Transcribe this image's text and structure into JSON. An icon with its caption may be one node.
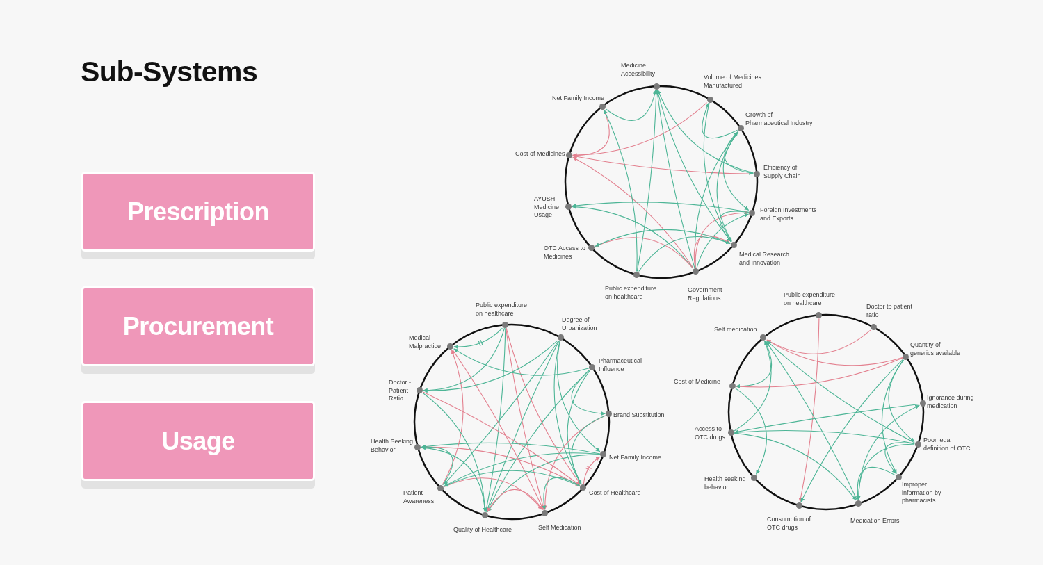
{
  "diagram": {
    "title": "Sub-Systems",
    "nodes": [
      {
        "text": [
          "Prescription"
        ]
      },
      {
        "text": [
          "Procurement"
        ]
      },
      {
        "text": [
          "Usage"
        ]
      },
      {
        "text": [],
        "shape": "circle",
        "beside": [
          "Medicine Accessibility"
        ]
      },
      {
        "text": [],
        "shape": "circle",
        "beside": [
          "Volume of Medicines Manufactured"
        ]
      },
      {
        "text": [],
        "shape": "circle",
        "beside": [
          "Net Family Income"
        ]
      },
      {
        "text": [],
        "shape": "circle",
        "beside": [
          "Growth of Pharmaceutical Industry"
        ]
      },
      {
        "text": [],
        "shape": "circle",
        "beside": [
          "Cost of Medicines"
        ]
      },
      {
        "text": [],
        "shape": "circle",
        "beside": [
          "Efficiency of Supply Chain"
        ]
      },
      {
        "text": [],
        "shape": "circle",
        "beside": [
          "AYUSH Medicine Usage"
        ]
      },
      {
        "text": [],
        "shape": "circle",
        "beside": [
          "Foreign Investments and Exports"
        ]
      },
      {
        "text": [],
        "shape": "circle",
        "beside": [
          "OTC Access to Medicines"
        ]
      },
      {
        "text": [],
        "shape": "circle",
        "beside": [
          "Medical Research and Innovation"
        ]
      },
      {
        "text": [],
        "shape": "circle",
        "beside": [
          "Public expenditure on healthcare"
        ]
      },
      {
        "text": [],
        "shape": "circle",
        "beside": [
          "Government Regulations"
        ]
      },
      {
        "text": [],
        "shape": "circle",
        "beside": [
          "Public expenditure on healthcare"
        ]
      },
      {
        "text": [],
        "shape": "circle",
        "beside": [
          "Degree of Urbanization"
        ]
      },
      {
        "text": [],
        "shape": "circle",
        "beside": [
          "Medical Malpractice"
        ]
      },
      {
        "text": [],
        "shape": "circle",
        "beside": [
          "Pharmaceutical Influence"
        ]
      },
      {
        "text": [],
        "shape": "circle",
        "beside": [
          "Doctor - Patient Ratio"
        ]
      },
      {
        "text": [],
        "shape": "circle",
        "beside": [
          "Brand Substitution"
        ]
      },
      {
        "text": [],
        "shape": "circle",
        "beside": [
          "Health Seeking Behavior"
        ]
      },
      {
        "text": [],
        "shape": "circle",
        "beside": [
          "Net Family Income"
        ]
      },
      {
        "text": [],
        "shape": "circle",
        "beside": [
          "Patient Awareness"
        ]
      },
      {
        "text": [],
        "shape": "circle",
        "beside": [
          "Cost of Healthcare"
        ]
      },
      {
        "text": [],
        "shape": "circle",
        "beside": [
          "Self Medication"
        ]
      },
      {
        "text": [],
        "shape": "circle",
        "beside": [
          "Quality of Healthcare"
        ]
      },
      {
        "text": [],
        "shape": "circle",
        "beside": [
          "Public expenditure on healthcare"
        ]
      },
      {
        "text": [],
        "shape": "circle",
        "beside": [
          "Doctor to patient ratio"
        ]
      },
      {
        "text": [],
        "shape": "circle",
        "beside": [
          "Self medication"
        ]
      },
      {
        "text": [],
        "shape": "circle",
        "beside": [
          "Quantity of generics available"
        ]
      },
      {
        "text": [],
        "shape": "circle",
        "beside": [
          "Cost of Medicine"
        ]
      },
      {
        "text": [],
        "shape": "circle",
        "beside": [
          "Ignorance during medication"
        ]
      },
      {
        "text": [],
        "shape": "circle",
        "beside": [
          "Access to OTC drugs"
        ]
      },
      {
        "text": [],
        "shape": "circle",
        "beside": [
          "Poor legal definition of OTC"
        ]
      },
      {
        "text": [],
        "shape": "circle",
        "beside": [
          "Health seeking behavior"
        ]
      },
      {
        "text": [],
        "shape": "circle",
        "beside": [
          "Improper information by pharmacists"
        ]
      },
      {
        "text": [],
        "shape": "circle",
        "beside": [
          "Consumption of OTC drugs"
        ]
      },
      {
        "text": [],
        "shape": "circle",
        "beside": [
          "Medication Errors"
        ]
      }
    ],
    "edges": [
      {
        "from": 5,
        "to": 3,
        "arrow": "to"
      },
      {
        "from": 13,
        "to": 3,
        "arrow": "to"
      },
      {
        "from": 14,
        "to": 3,
        "arrow": "to"
      },
      {
        "from": 8,
        "to": 3,
        "arrow": "to"
      },
      {
        "from": 7,
        "to": 5,
        "arrow": "to",
        "color": "#e3808f"
      },
      {
        "from": 4,
        "to": 7,
        "arrow": "to",
        "color": "#e3808f"
      },
      {
        "from": 8,
        "to": 7,
        "arrow": "to",
        "color": "#e3808f"
      },
      {
        "from": 14,
        "to": 7,
        "arrow": "to",
        "color": "#e3808f"
      },
      {
        "from": 13,
        "to": 5,
        "arrow": "to"
      },
      {
        "from": 6,
        "to": 4,
        "arrow": "to"
      },
      {
        "from": 6,
        "to": 8,
        "arrow": "to"
      },
      {
        "from": 6,
        "to": 10,
        "arrow": "to"
      },
      {
        "from": 6,
        "to": 12,
        "arrow": "to"
      },
      {
        "from": 14,
        "to": 6,
        "arrow": "to"
      },
      {
        "from": 4,
        "to": 12,
        "arrow": "to"
      },
      {
        "from": 3,
        "to": 12,
        "arrow": "to"
      },
      {
        "from": 10,
        "to": 9,
        "arrow": "to"
      },
      {
        "from": 14,
        "to": 9,
        "arrow": "to"
      },
      {
        "from": 14,
        "to": 11,
        "arrow": "to",
        "color": "#e3808f"
      },
      {
        "from": 12,
        "to": 11,
        "arrow": "to"
      },
      {
        "from": 14,
        "to": 10,
        "arrow": "to",
        "color": "#e3808f"
      },
      {
        "from": 14,
        "to": 10,
        "arrow": "to"
      },
      {
        "from": 14,
        "to": 12,
        "arrow": "to",
        "color": "#e3808f"
      },
      {
        "from": 13,
        "to": 12,
        "arrow": "to"
      },
      {
        "from": 10,
        "to": 12,
        "arrow": "to"
      },
      {
        "from": 15,
        "to": 17,
        "arrow": "to"
      },
      {
        "from": 15,
        "to": 26,
        "arrow": "to"
      },
      {
        "from": 15,
        "to": 25,
        "arrow": "to",
        "color": "#e3808f"
      },
      {
        "from": 15,
        "to": 24,
        "arrow": "to",
        "color": "#e3808f"
      },
      {
        "from": 16,
        "to": 19,
        "arrow": "to"
      },
      {
        "from": 16,
        "to": 23,
        "arrow": "to"
      },
      {
        "from": 16,
        "to": 26,
        "arrow": "to"
      },
      {
        "from": 16,
        "to": 22,
        "arrow": "to"
      },
      {
        "from": 16,
        "to": 24,
        "arrow": "to"
      },
      {
        "from": 18,
        "to": 17,
        "arrow": "to"
      },
      {
        "from": 18,
        "to": 20,
        "arrow": "to"
      },
      {
        "from": 18,
        "to": 24,
        "arrow": "to"
      },
      {
        "from": 18,
        "to": 26,
        "arrow": "to"
      },
      {
        "from": 20,
        "to": 25,
        "arrow": "to",
        "color": "#e3808f"
      },
      {
        "from": 20,
        "to": 24,
        "arrow": "to"
      },
      {
        "from": 22,
        "to": 21,
        "arrow": "to"
      },
      {
        "from": 22,
        "to": 23,
        "arrow": "to"
      },
      {
        "from": 22,
        "to": 26,
        "arrow": "to"
      },
      {
        "from": 24,
        "to": 22,
        "arrow": "to",
        "color": "#e3808f"
      },
      {
        "from": 23,
        "to": 17,
        "arrow": "to",
        "color": "#e3808f"
      },
      {
        "from": 17,
        "to": 25,
        "arrow": "to",
        "color": "#e3808f"
      },
      {
        "from": 19,
        "to": 24,
        "arrow": "to",
        "color": "#e3808f"
      },
      {
        "from": 19,
        "to": 26,
        "arrow": "to"
      },
      {
        "from": 21,
        "to": 24,
        "arrow": "to",
        "color": "#e3808f"
      },
      {
        "from": 23,
        "to": 21,
        "arrow": "to"
      },
      {
        "from": 23,
        "to": 25,
        "arrow": "to",
        "color": "#e3808f"
      },
      {
        "from": 26,
        "to": 21,
        "arrow": "to"
      },
      {
        "from": 25,
        "to": 26,
        "arrow": "to",
        "color": "#e3808f"
      },
      {
        "from": 24,
        "to": 25,
        "arrow": "to"
      },
      {
        "from": 24,
        "to": 23,
        "arrow": "to"
      },
      {
        "from": 15,
        "to": 19,
        "arrow": "to"
      },
      {
        "from": 27,
        "to": 37,
        "arrow": "to",
        "color": "#e3808f"
      },
      {
        "from": 28,
        "to": 29,
        "arrow": "to",
        "color": "#e3808f"
      },
      {
        "from": 30,
        "to": 31,
        "arrow": "to",
        "color": "#e3808f"
      },
      {
        "from": 30,
        "to": 29,
        "arrow": "to",
        "color": "#e3808f"
      },
      {
        "from": 34,
        "to": 29,
        "arrow": "to"
      },
      {
        "from": 38,
        "to": 29,
        "arrow": "to"
      },
      {
        "from": 33,
        "to": 29,
        "arrow": "to"
      },
      {
        "from": 29,
        "to": 31,
        "arrow": "to"
      },
      {
        "from": 31,
        "to": 35,
        "arrow": "to"
      },
      {
        "from": 33,
        "to": 38,
        "arrow": "to"
      },
      {
        "from": 32,
        "to": 33,
        "arrow": "to"
      },
      {
        "from": 34,
        "to": 33,
        "arrow": "to"
      },
      {
        "from": 30,
        "to": 37,
        "arrow": "to"
      },
      {
        "from": 30,
        "to": 34,
        "arrow": "to"
      },
      {
        "from": 30,
        "to": 36,
        "arrow": "to"
      },
      {
        "from": 38,
        "to": 32,
        "arrow": "to"
      },
      {
        "from": 34,
        "to": 36,
        "arrow": "to"
      },
      {
        "from": 36,
        "to": 38,
        "arrow": "to"
      },
      {
        "from": 34,
        "to": 38,
        "arrow": "to"
      }
    ]
  }
}
